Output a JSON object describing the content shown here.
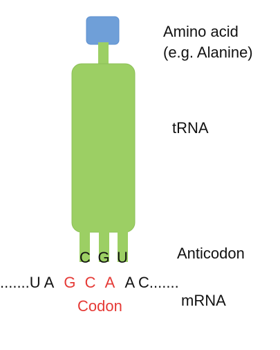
{
  "colors": {
    "amino_acid": "#6f9fd8",
    "trna": "#9ccf64",
    "codon": "#e53935",
    "text": "#111111"
  },
  "labels": {
    "amino_acid": "Amino acid",
    "amino_acid_example": "(e.g. Alanine)",
    "trna": "tRNA",
    "anticodon": "Anticodon",
    "mrna": "mRNA",
    "codon": "Codon"
  },
  "anticodon": [
    "C",
    "G",
    "U"
  ],
  "mrna": {
    "prefix": ".......U A",
    "codon": [
      "G",
      "C",
      "A"
    ],
    "suffix": "A C......."
  }
}
